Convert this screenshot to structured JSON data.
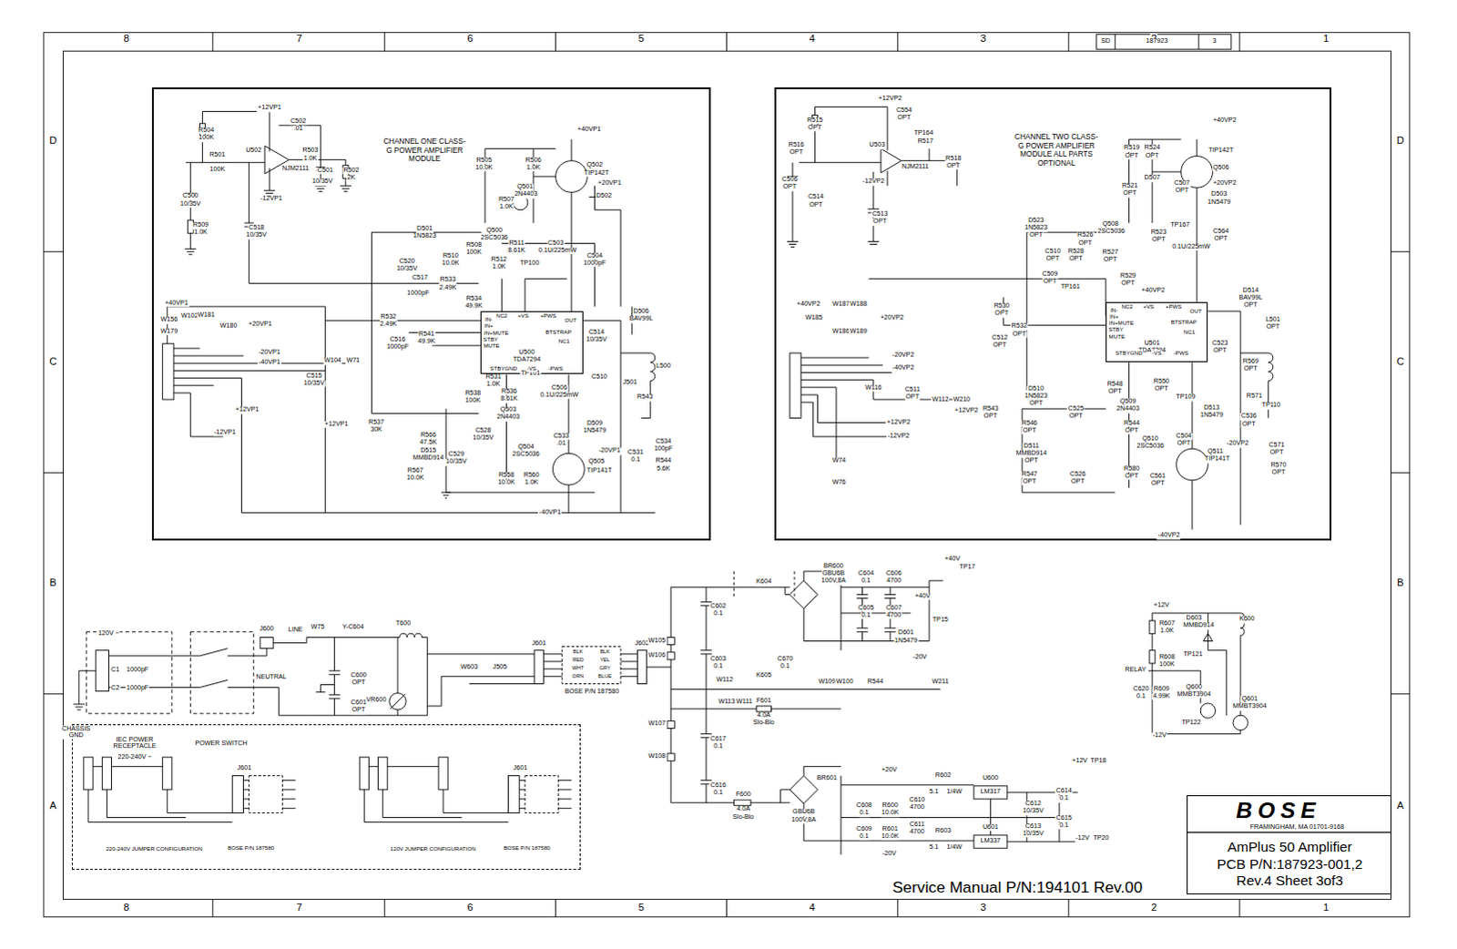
{
  "diagram": {
    "nodes": [
      {
        "text": [
          "CHANNEL ONE CLASS-G POWER AMPLIFIER MODULE"
        ]
      },
      {
        "text": [
          "U500",
          "TDA7294"
        ],
        "in": 0
      },
      {
        "text": [
          "CHANNEL TWO CLASS-G POWER AMPLIFIER MODULE ALL PARTS OPTIONAL"
        ]
      },
      {
        "text": [
          "U501",
          "TDA7294"
        ],
        "in": 2
      },
      {
        "text": [
          "220-240V JUMPER CONFIGURATION",
          "120V JUMPER CONFIGURATION"
        ]
      },
      {
        "text": [
          "BOSE",
          "FRAMINGHAM, MA 01701-9168",
          "AmPlus 50 Amplifier",
          "PCB P/N:187923-001,2",
          "Rev.4 Sheet 3of3"
        ]
      }
    ],
    "labels": [
      "8",
      "7",
      "6",
      "5",
      "4",
      "3",
      "2",
      "1",
      "8",
      "7",
      "6",
      "5",
      "4",
      "3",
      "2",
      "1",
      "D",
      "C",
      "B",
      "A",
      "D",
      "C",
      "B",
      "A",
      "SD",
      "187923",
      "3",
      "Service Manual P/N:194101 Rev.00",
      "+12VP1",
      "R504",
      "100K",
      "R501",
      "100K",
      "C502",
      ".01",
      "U502",
      "NJM2111",
      "R503",
      "1.0K",
      "C501",
      "10/35V",
      "R502",
      "2K",
      "C500",
      "10/35V",
      "R509",
      "1.0K",
      "-12VP1",
      "C518",
      "10/35V",
      "+40VP1",
      "R505",
      "10.0K",
      "R506",
      "1.0K",
      "Q502",
      "TIP142T",
      "Q501",
      "2N4403",
      "R507",
      "1.0K",
      "+20VP1",
      "D502",
      "Q500",
      "2SC5036",
      "R511",
      "8.61K",
      "C503",
      "0.1U/225mW",
      "D501",
      "1N5823",
      "R508",
      "100K",
      "R510",
      "10.0K",
      "TP100",
      "R512",
      "1.0K",
      "C504",
      "1000pF",
      "C520",
      "10/35V",
      "C517",
      "1000pF",
      "R533",
      "2.49K",
      "R534",
      "49.9K",
      "R532",
      "2.49K",
      "C516",
      "1000pF",
      "R541",
      "49.9K",
      "C514",
      "10/35V",
      "D506",
      "BAV99L",
      "L500",
      "J501",
      "R543",
      "C531",
      "0.1",
      "C534",
      "100pF",
      "R544",
      "5.6K",
      "R531",
      "1.0K",
      "TP101",
      "R536",
      "8.61K",
      "C506",
      "0.1U/225mW",
      "C510",
      "R538",
      "100K",
      "Q503",
      "2N4403",
      "D509",
      "1N5479",
      "C533",
      ".01",
      "Q504",
      "2SC5036",
      "Q505",
      "TIP141T",
      "-20VP1",
      "R558",
      "10.0K",
      "R560",
      "1.0K",
      "-40VP1",
      "R537",
      "30K",
      "+12VP1",
      "R566",
      "47.5K",
      "D515",
      "MMBD914",
      "R567",
      "10.0K",
      "C529",
      "10/35V",
      "C528",
      "10/35V",
      "+40VP1",
      "W156",
      "W179",
      "W102",
      "W181",
      "+20VP1",
      "W180",
      "-20VP1",
      "-40VP1",
      "W104",
      "W71",
      "C515",
      "10/35V",
      "+12VP1",
      "-12VP1",
      "IN-",
      "IN+",
      "IN+MUTE",
      "STBY",
      "MUTE",
      "NC2",
      "+VS",
      "+PWS",
      "OUT",
      "BTSTRAP",
      "NC1",
      "STBYGND",
      "-VS",
      "-PWS",
      "+12VP2",
      "R515",
      "OPT",
      "R516",
      "OPT",
      "C554",
      "OPT",
      "U503",
      "NJM2111",
      "TP164",
      "R517",
      "R518",
      "OPT",
      "C506",
      "OPT",
      "C514",
      "OPT",
      "-12VP2",
      "C513",
      "OPT",
      "+40VP2",
      "R519",
      "OPT",
      "R524",
      "OPT",
      "R521",
      "OPT",
      "D507",
      "TIP142T",
      "Q506",
      "C507",
      "OPT",
      "+20VP2",
      "D503",
      "1N5479",
      "Q508",
      "2SC5036",
      "R526",
      "OPT",
      "TP167",
      "R523",
      "OPT",
      "0.1U/225mW",
      "C564",
      "OPT",
      "D523",
      "1N5823",
      "OPT",
      "C510",
      "OPT",
      "R528",
      "OPT",
      "R527",
      "OPT",
      "C509",
      "OPT",
      "TP161",
      "R529",
      "OPT",
      "+40VP2",
      "R530",
      "OPT",
      "R532",
      "OPT",
      "C512",
      "OPT",
      "D514",
      "BAV99L",
      "OPT",
      "L501",
      "OPT",
      "R569",
      "OPT",
      "C523",
      "OPT",
      "R571",
      "TP110",
      "C536",
      "OPT",
      "C571",
      "OPT",
      "R570",
      "OPT",
      "R548",
      "OPT",
      "Q509",
      "2N4403",
      "R550",
      "OPT",
      "TP109",
      "D513",
      "1N5479",
      "D510",
      "1N5823",
      "OPT",
      "R546",
      "OPT",
      "D511",
      "MMBD914",
      "OPT",
      "R547",
      "OPT",
      "C525",
      "OPT",
      "C526",
      "OPT",
      "R544",
      "OPT",
      "Q510",
      "2SC5036",
      "C504",
      "OPT",
      "Q511",
      "TIP141T",
      "R580",
      "OPT",
      "C561",
      "OPT",
      "-20VP2",
      "-40VP2",
      "+40VP2",
      "W185",
      "W187",
      "W188",
      "+20VP2",
      "W186",
      "W189",
      "-20VP2",
      "-40VP2",
      "W116",
      "C511",
      "OPT",
      "W112",
      "W210",
      "+12VP2",
      "R543",
      "OPT",
      "+12VP2",
      "-12VP2",
      "W74",
      "W76",
      "IN-",
      "IN+",
      "IN+MUTE",
      "STBY",
      "MUTE",
      "NC2",
      "+VS",
      "+PWS",
      "OUT",
      "BTSTRAP",
      "NC1",
      "STBYGND",
      "-VS",
      "-PWS",
      "120V ~",
      "C1",
      "1000pF",
      "C2",
      "1000pF",
      "CHASSIS GND",
      "IEC POWER RECEPTACLE",
      "220-240V ~",
      "POWER SWITCH",
      "J600",
      "NEUTRAL",
      "LINE",
      "W75",
      "Y-C604",
      "C600",
      "OPT",
      "C601",
      "OPT",
      "T600",
      "VR600",
      "W603",
      "J505",
      "J601",
      "J602",
      "BOSE P/N 187580",
      "BLK",
      "RED",
      "WHT",
      "ORN",
      "BLK",
      "YEL",
      "GRY",
      "BLUE",
      "W105",
      "W106",
      "W107",
      "W108",
      "C602",
      "0.1",
      "C603",
      "0.1",
      "C617",
      "0.1",
      "C616",
      "0.1",
      "K604",
      "W112",
      "K605",
      "C670",
      "0.1",
      "W113",
      "W111",
      "F601",
      "4.0A",
      "Slo-Blo",
      "F600",
      "4.0A",
      "Slo-Blo",
      "BR600",
      "GBU6B",
      "100V,8A",
      "BR601",
      "GBU6B",
      "100V,8A",
      "C604",
      "0.1",
      "C606",
      "4700",
      "C605",
      "0.1",
      "C607",
      "4700",
      "+40V",
      "TP17",
      "+40V",
      "TP15",
      "D601",
      "1N5479",
      "-20V",
      "W109",
      "W100",
      "R544",
      "W211",
      "+20V",
      "C608",
      "0.1",
      "R600",
      "10.0K",
      "C610",
      "4700",
      "R602",
      "5.1",
      "1/4W",
      "U600",
      "LM317",
      "C609",
      "0.1",
      "R601",
      "10.0K",
      "C611",
      "4700",
      "R603",
      "5.1",
      "1/4W",
      "U601",
      "LM337",
      "-20V",
      "C612",
      "10/35V",
      "C613",
      "10/35V",
      "C614",
      "0.1",
      "C615",
      "0.1",
      "+12V",
      "TP18",
      "-12V",
      "TP20",
      "+12V",
      "R607",
      "1.0K",
      "D603",
      "MMBD914",
      "K600",
      "RELAY",
      "R608",
      "100K",
      "TP121",
      "C620",
      "0.1",
      "R609",
      "4.99K",
      "Q600",
      "MMBT3904",
      "Q601",
      "MMBT3904",
      "TP122",
      "-12V",
      "J601",
      "BOSE P/N 187580",
      "J601",
      "BOSE P/N 187580"
    ]
  }
}
